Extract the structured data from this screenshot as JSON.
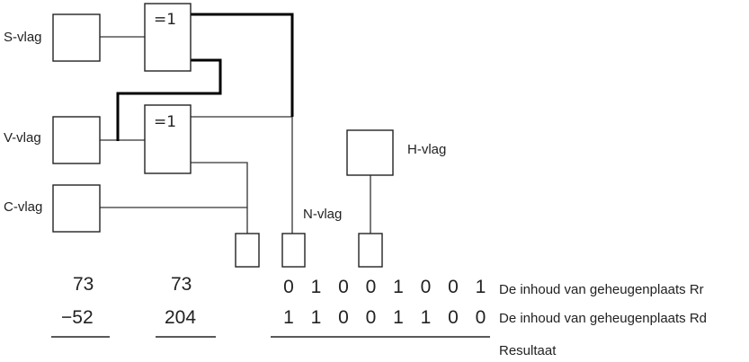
{
  "flags": {
    "s": "S-vlag",
    "v": "V-vlag",
    "c": "C-vlag",
    "n": "N-vlag",
    "h": "H-vlag"
  },
  "gates": {
    "top": "=1",
    "bottom": "=1"
  },
  "decimal": {
    "col1": {
      "a": "73",
      "b": "−52"
    },
    "col2": {
      "a": "73",
      "b": "204"
    }
  },
  "binary": {
    "row_rr": [
      "0",
      "1",
      "0",
      "0",
      "1",
      "0",
      "0",
      "1"
    ],
    "row_rd": [
      "1",
      "1",
      "0",
      "0",
      "1",
      "1",
      "0",
      "0"
    ]
  },
  "labels": {
    "rr": "De inhoud van geheugenplaats Rr",
    "rd": "De inhoud van geheugenplaats Rd",
    "result": "Resultaat"
  }
}
